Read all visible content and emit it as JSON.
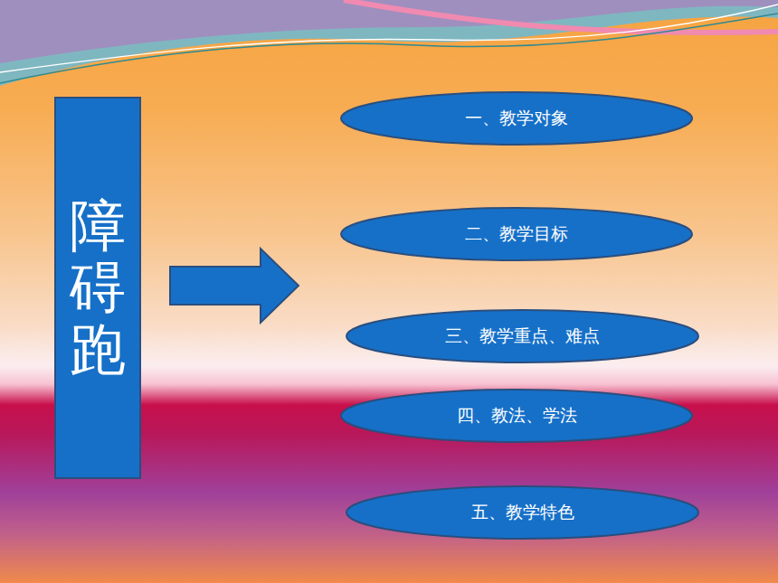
{
  "diagram": {
    "nodes": [
      {
        "text": [
          "障碍跑"
        ]
      },
      {
        "text": [
          "一、教学对象"
        ]
      },
      {
        "text": [
          "二、教学目标"
        ]
      },
      {
        "text": [
          "三、教学重点、难点"
        ]
      },
      {
        "text": [
          "四、教法、学法"
        ]
      },
      {
        "text": [
          "五、教学特色"
        ]
      }
    ]
  }
}
